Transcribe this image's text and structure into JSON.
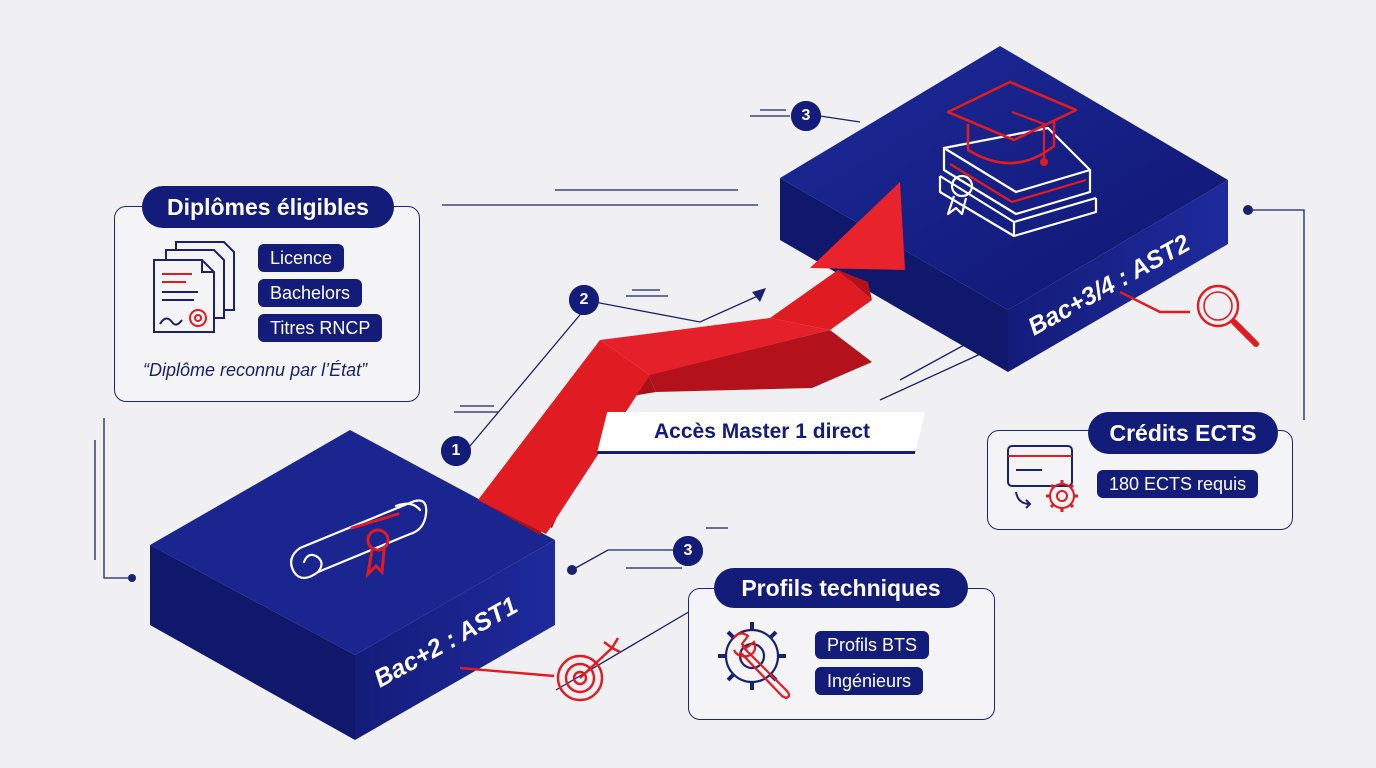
{
  "platforms": {
    "ast1_label": "Bac+2 : AST1",
    "ast2_label": "Bac+3/4 : AST2"
  },
  "banner": {
    "text": "Accès Master 1 direct"
  },
  "steps": {
    "s1": "1",
    "s2": "2",
    "s3_top": "3",
    "s3_bottom": "3"
  },
  "cards": {
    "diplomes": {
      "title": "Diplômes éligibles",
      "items": [
        "Licence",
        "Bachelors",
        "Titres RNCP"
      ],
      "quote": "“Diplôme reconnu par l’État”"
    },
    "credits": {
      "title": "Crédits ECTS",
      "items": [
        "180 ECTS requis"
      ]
    },
    "profils": {
      "title": "Profils techniques",
      "items": [
        "Profils BTS",
        "Ingénieurs"
      ]
    }
  },
  "icons": {
    "left_platform": "diploma-scroll-icon",
    "right_platform": "graduation-cap-books-icon",
    "target": "target-arrow-icon",
    "magnifier": "magnifier-icon",
    "documents": "documents-certificate-icon",
    "card_gear": "card-gear-icon",
    "gear_wrench": "gear-wrench-icon"
  },
  "colors": {
    "navy": "#141c7a",
    "red": "#e01b22",
    "background": "#f0f0f2"
  }
}
